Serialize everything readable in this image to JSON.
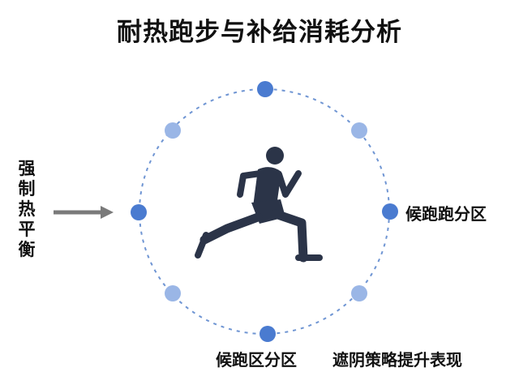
{
  "title": "耐热跑步与补给消耗分析",
  "left_label": "强制热平衡",
  "right_label": "候跑跑分区",
  "bottom_left_label": "候跑区分区",
  "bottom_right_label": "遮阴策略提升表现",
  "icons": {
    "center": "runner-icon",
    "left": "arrow-right-icon"
  },
  "colors": {
    "node_primary": "#4a7bd0",
    "node_secondary": "#9ab6e6",
    "ring_dash": "#6f95d3",
    "runner": "#2b3448",
    "arrow": "#7a7a7a"
  }
}
